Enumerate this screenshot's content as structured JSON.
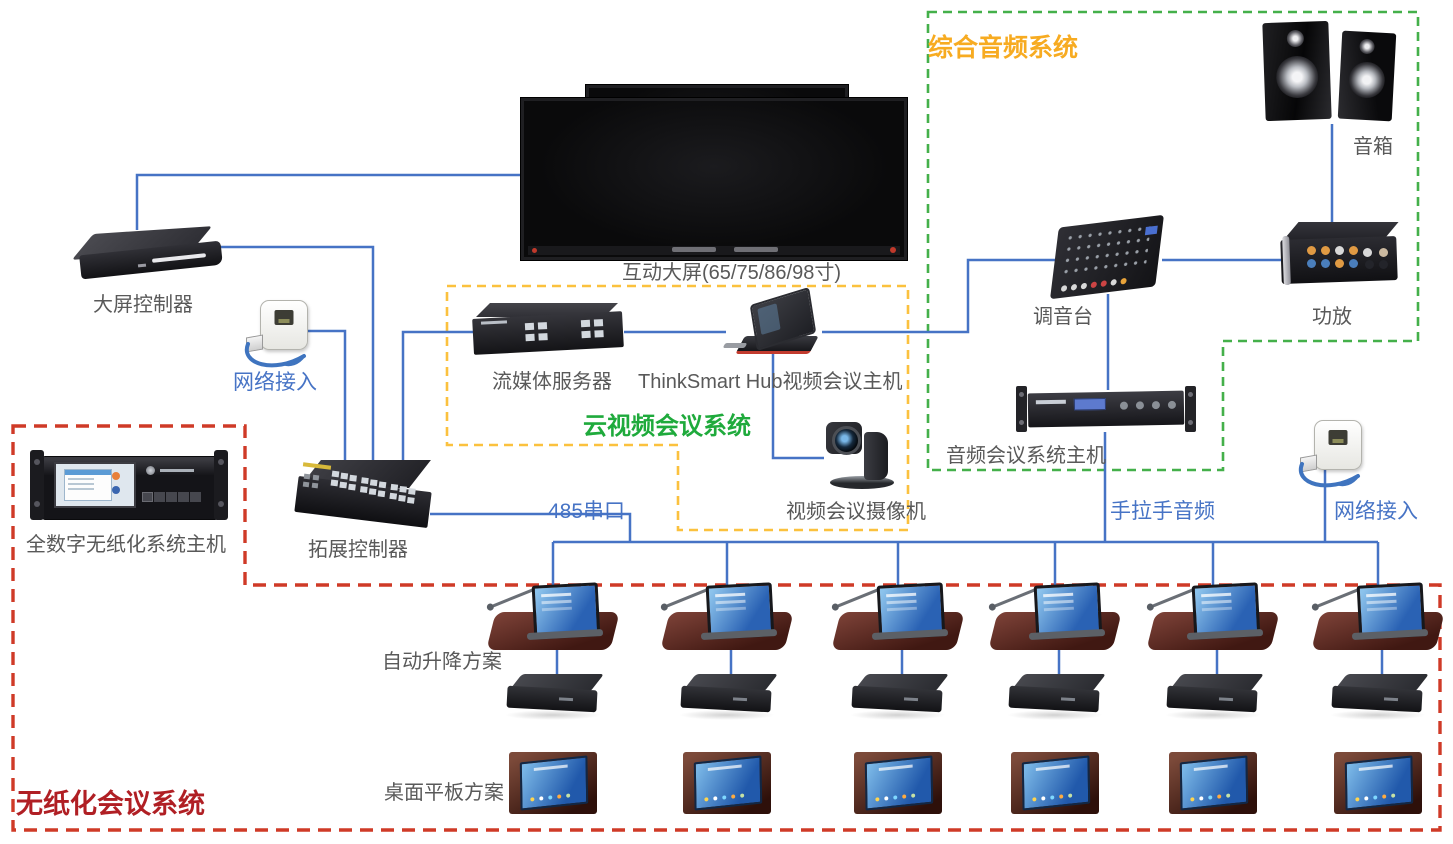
{
  "sections": {
    "audio": {
      "title": "综合音频系统"
    },
    "cloud_video": {
      "title": "云视频会议系统"
    },
    "paperless": {
      "title": "无纸化会议系统"
    }
  },
  "labels": {
    "screen_controller": "大屏控制器",
    "network_access_left": "网络接入",
    "interactive_screen": "互动大屏(65/75/86/98寸)",
    "streaming_server": "流媒体服务器",
    "thinksmart_hub": "ThinkSmart Hub视频会议主机",
    "video_camera": "视频会议摄像机",
    "mixer": "调音台",
    "amplifier": "功放",
    "speakers": "音箱",
    "audio_conf_host": "音频会议系统主机",
    "paperless_host": "全数字无纸化系统主机",
    "expansion_controller": "拓展控制器",
    "serial_485": "485串口",
    "hand_in_hand_audio": "手拉手音频",
    "network_access_right": "网络接入",
    "lift_solution": "自动升降方案",
    "tablet_solution": "桌面平板方案"
  },
  "colors": {
    "wire": "#4673c5",
    "wire_label": "#4673c5",
    "device_label": "#595959",
    "audio_box_border": "#44b04a",
    "audio_title": "#f7ab21",
    "cloud_box_border": "#fbc13e",
    "cloud_title": "#1faa3c",
    "paperless_box_border": "#cf3a27",
    "paperless_title": "#b01f24"
  },
  "seats": {
    "count": 6
  }
}
